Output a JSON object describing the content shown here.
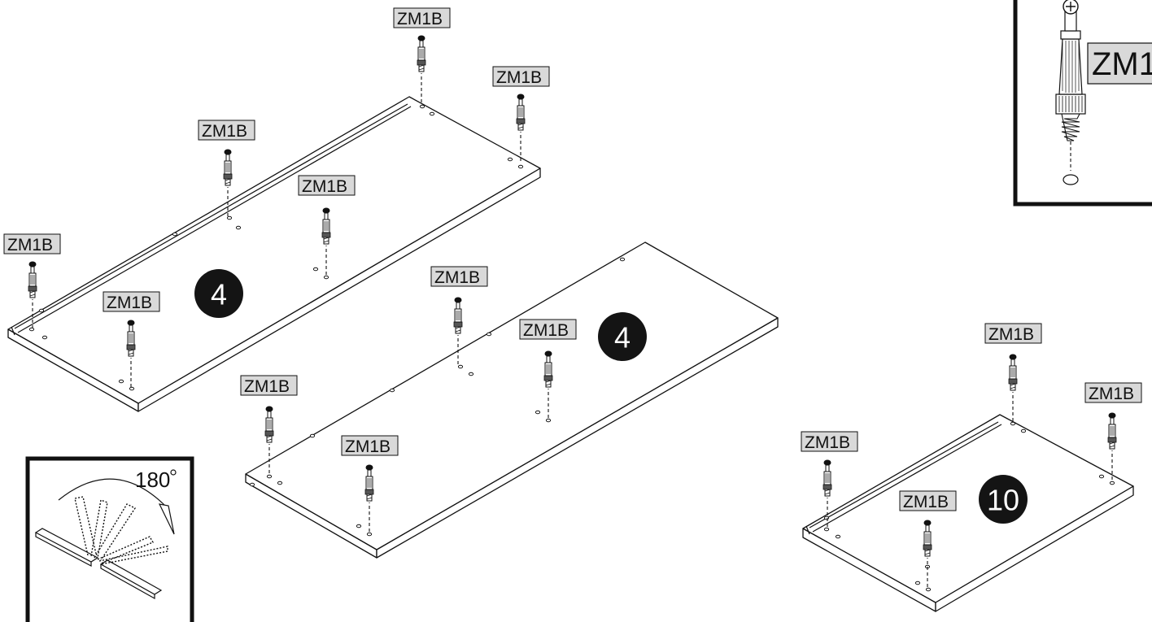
{
  "part_code": "ZM1B",
  "detail_label": "ZM1",
  "quantities": {
    "panel_a": "4",
    "panel_b": "4",
    "panel_c": "10"
  },
  "rotation_angle": "180",
  "colors": {
    "ink": "#111111",
    "label_fill": "#d9d9d9",
    "badge_fill": "#141414"
  },
  "icons": [
    "cam-dowel-icon",
    "rotate-arrow-icon"
  ]
}
